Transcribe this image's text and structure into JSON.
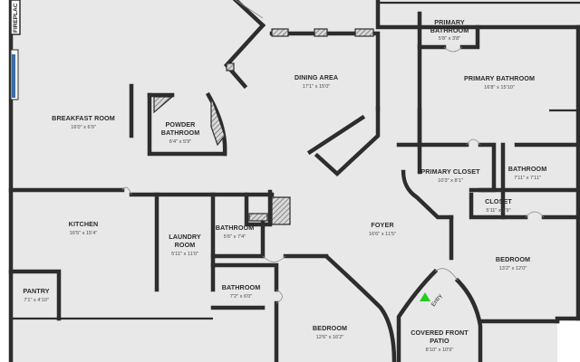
{
  "rooms": [
    {
      "key": "primary_bathroom_small",
      "name": "PRIMARY BATHROOM",
      "lines": [
        "PRIMARY",
        "BATHROOM"
      ],
      "dim": "5'8\" x 3'8\""
    },
    {
      "key": "dining_area",
      "name": "DINING AREA",
      "dim": "17'1\" x 15'0\""
    },
    {
      "key": "primary_bathroom",
      "name": "PRIMARY BATHROOM",
      "dim": "16'8\" x 15'10\""
    },
    {
      "key": "breakfast_room",
      "name": "BREAKFAST ROOM",
      "dim": "16'0\" x 6'9\""
    },
    {
      "key": "powder_bathroom",
      "name": "POWDER BATHROOM",
      "lines": [
        "POWDER",
        "BATHROOM"
      ],
      "dim": "6'4\" x 5'9\""
    },
    {
      "key": "primary_closet",
      "name": "PRIMARY CLOSET",
      "dim": "10'3\" x 8'1\""
    },
    {
      "key": "bathroom_east",
      "name": "BATHROOM",
      "dim": "7'11\" x 7'11\""
    },
    {
      "key": "closet",
      "name": "CLOSET",
      "dim": "5'11\" x 1'9\""
    },
    {
      "key": "kitchen",
      "name": "KITCHEN",
      "dim": "16'5\" x 15'4\""
    },
    {
      "key": "bathroom_center",
      "name": "BATHROOM",
      "dim": "5'6\" x 7'4\""
    },
    {
      "key": "foyer",
      "name": "FOYER",
      "dim": "16'6\" x 11'5\""
    },
    {
      "key": "laundry_room",
      "name": "LAUNDRY ROOM",
      "lines": [
        "LAUNDRY",
        "ROOM"
      ],
      "dim": "5'11\" x 11'0\""
    },
    {
      "key": "bedroom_east",
      "name": "BEDROOM",
      "dim": "13'2\" x 12'0\""
    },
    {
      "key": "bathroom_south",
      "name": "BATHROOM",
      "dim": "7'2\" x 6'0\""
    },
    {
      "key": "pantry",
      "name": "PANTRY",
      "dim": "7'1\" x 4'10\""
    },
    {
      "key": "bedroom_south",
      "name": "BEDROOM",
      "dim": "12'6\" x 16'2\""
    },
    {
      "key": "covered_front_patio",
      "name": "COVERED FRONT PATIO",
      "lines": [
        "COVERED FRONT",
        "PATIO"
      ],
      "dim": "8'10\" x 10'9\""
    }
  ],
  "labels": {
    "fireplace": "FIREPLAC",
    "entry": "Entry"
  },
  "colors": {
    "floor": "#e8e8e8",
    "wall": "#2d2d2d",
    "entry_marker": "#22cc22"
  },
  "icons": {
    "entry_marker": "entry-arrow-icon"
  }
}
